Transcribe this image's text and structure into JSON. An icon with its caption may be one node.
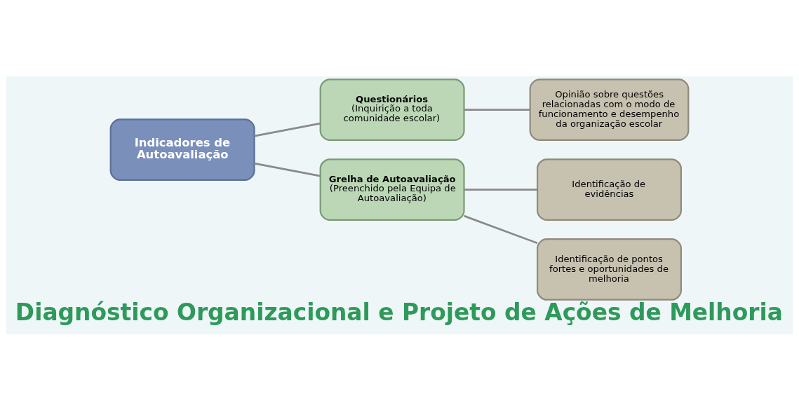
{
  "diagram": {
    "caption": "Diagnóstico Organizacional e Projeto de Ações de Melhoria",
    "nodes": [
      {
        "text": [
          "Indicadores de Autoavaliação"
        ]
      },
      {
        "text": [
          "Questionários",
          "(Inquirição a toda comunidade escolar)"
        ]
      },
      {
        "text": [
          "Grelha de Autoavaliação",
          "(Preenchido pela Equipa de Autoavaliação)"
        ]
      },
      {
        "text": [
          "Opinião sobre questões relacionadas com o modo de funcionamento e desempenho da organização escolar"
        ]
      },
      {
        "text": [
          "Identificação de evidências"
        ]
      },
      {
        "text": [
          "Identificação de pontos fortes e oportunidades de melhoria"
        ]
      }
    ],
    "edges": [
      {
        "from": 0,
        "to": 1,
        "arrow": "none"
      },
      {
        "from": 0,
        "to": 2,
        "arrow": "none"
      },
      {
        "from": 1,
        "to": 3,
        "arrow": "none"
      },
      {
        "from": 2,
        "to": 4,
        "arrow": "none"
      },
      {
        "from": 2,
        "to": 5,
        "arrow": "none"
      }
    ]
  }
}
